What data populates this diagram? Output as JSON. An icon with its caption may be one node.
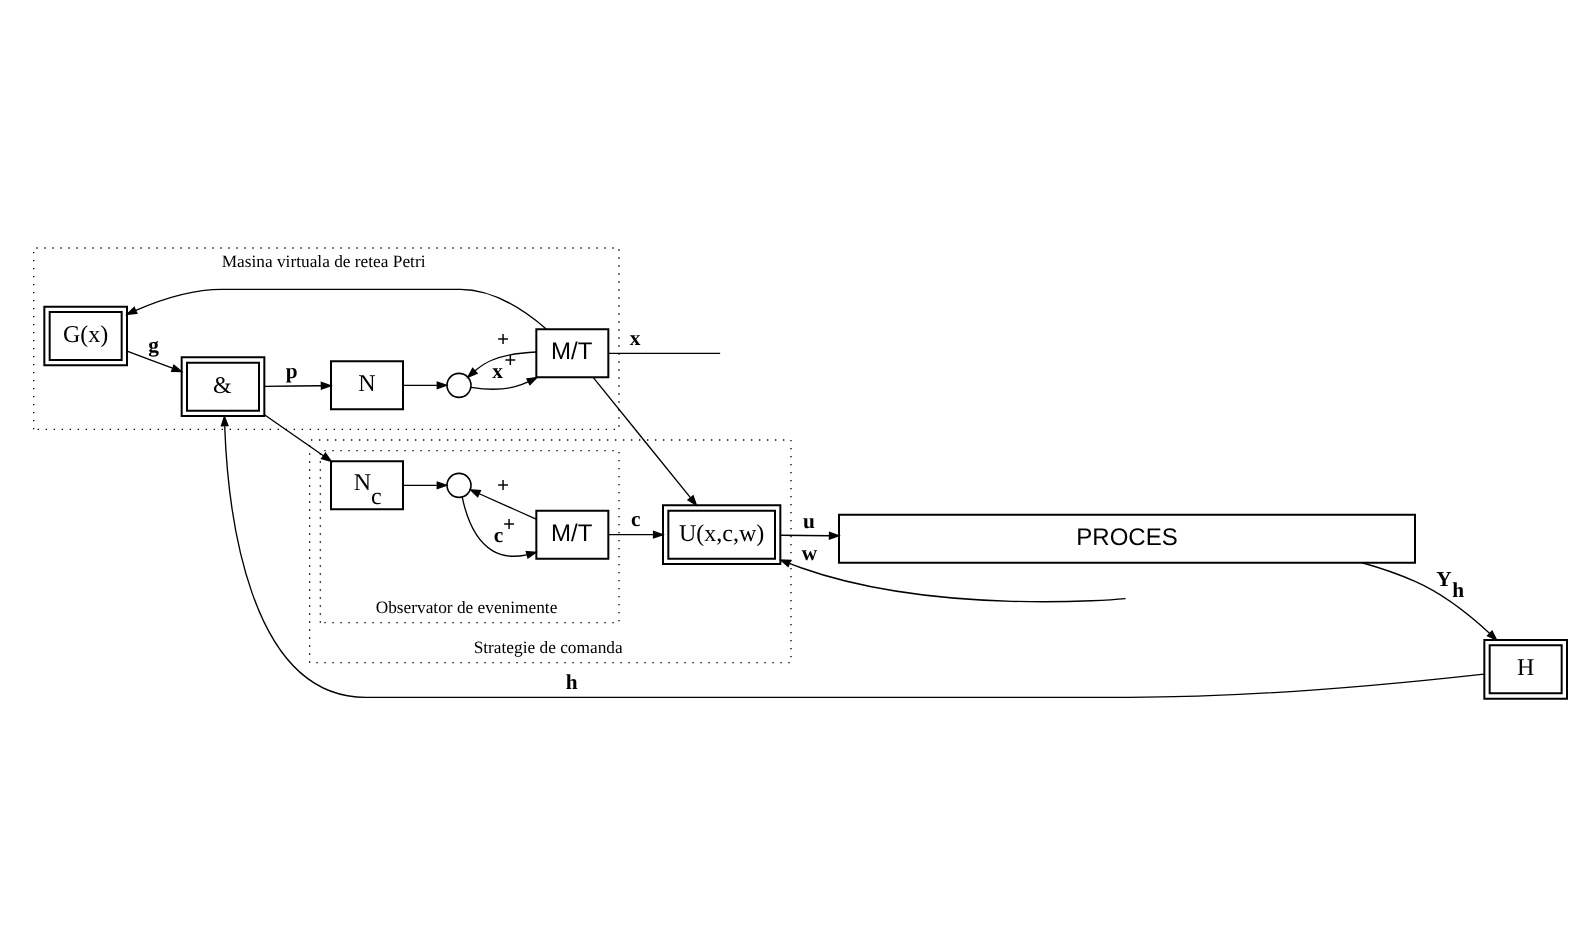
{
  "diagram": {
    "nodes": [
      {
        "text": [
          "Masina virtuala de retea Petri"
        ]
      },
      {
        "text": [
          "G(x)"
        ],
        "in": 0
      },
      {
        "text": [
          "&"
        ],
        "in": 0
      },
      {
        "text": [
          "N"
        ],
        "in": 0
      },
      {
        "text": [],
        "shape": "circle",
        "in": 0
      },
      {
        "text": [
          "M/T"
        ],
        "in": 0
      },
      {
        "text": [
          "Strategie de comanda"
        ]
      },
      {
        "text": [
          "Observator de evenimente"
        ],
        "in": 6
      },
      {
        "text": [
          "N$_{c}$"
        ],
        "in": 7
      },
      {
        "text": [],
        "shape": "circle",
        "in": 7
      },
      {
        "text": [
          "M/T"
        ],
        "in": 7
      },
      {
        "text": [
          "U(x,c,w)"
        ],
        "in": 6
      },
      {
        "text": [
          "H"
        ]
      },
      {
        "text": [
          "PROCES"
        ]
      }
    ],
    "edges": [
      {
        "from": 1,
        "to": 2,
        "arrow": "to",
        "label": "g"
      },
      {
        "from": 12,
        "to": 2,
        "arrow": "to",
        "label": "h"
      },
      {
        "from": 2,
        "to": 3,
        "arrow": "to",
        "label": "p"
      },
      {
        "from": 2,
        "to": 8,
        "arrow": "to"
      },
      {
        "from": 3,
        "to": 4,
        "arrow": "to"
      },
      {
        "from": 4,
        "to": 5,
        "arrow": "to",
        "label": "x$^{+}$"
      },
      {
        "from": 5,
        "to": 4,
        "arrow": "to",
        "label": "+"
      },
      {
        "from": 5,
        "to": 1,
        "arrow": "to"
      },
      {
        "from": 5,
        "to": 11,
        "arrow": "to"
      },
      {
        "from": 5,
        "to": null,
        "arrow": "none",
        "label": "x"
      },
      {
        "from": 8,
        "to": 9,
        "arrow": "to"
      },
      {
        "from": 9,
        "to": 10,
        "arrow": "to",
        "label": "c$^{+}$"
      },
      {
        "from": 10,
        "to": 9,
        "arrow": "to",
        "label": "+"
      },
      {
        "from": 10,
        "to": 11,
        "arrow": "to",
        "label": "c"
      },
      {
        "from": null,
        "to": 11,
        "arrow": "to",
        "label": "w"
      },
      {
        "from": 11,
        "to": 13,
        "arrow": "to",
        "label": "u"
      },
      {
        "from": 13,
        "to": 12,
        "arrow": "to",
        "label": "Y$_{h}$"
      }
    ]
  }
}
